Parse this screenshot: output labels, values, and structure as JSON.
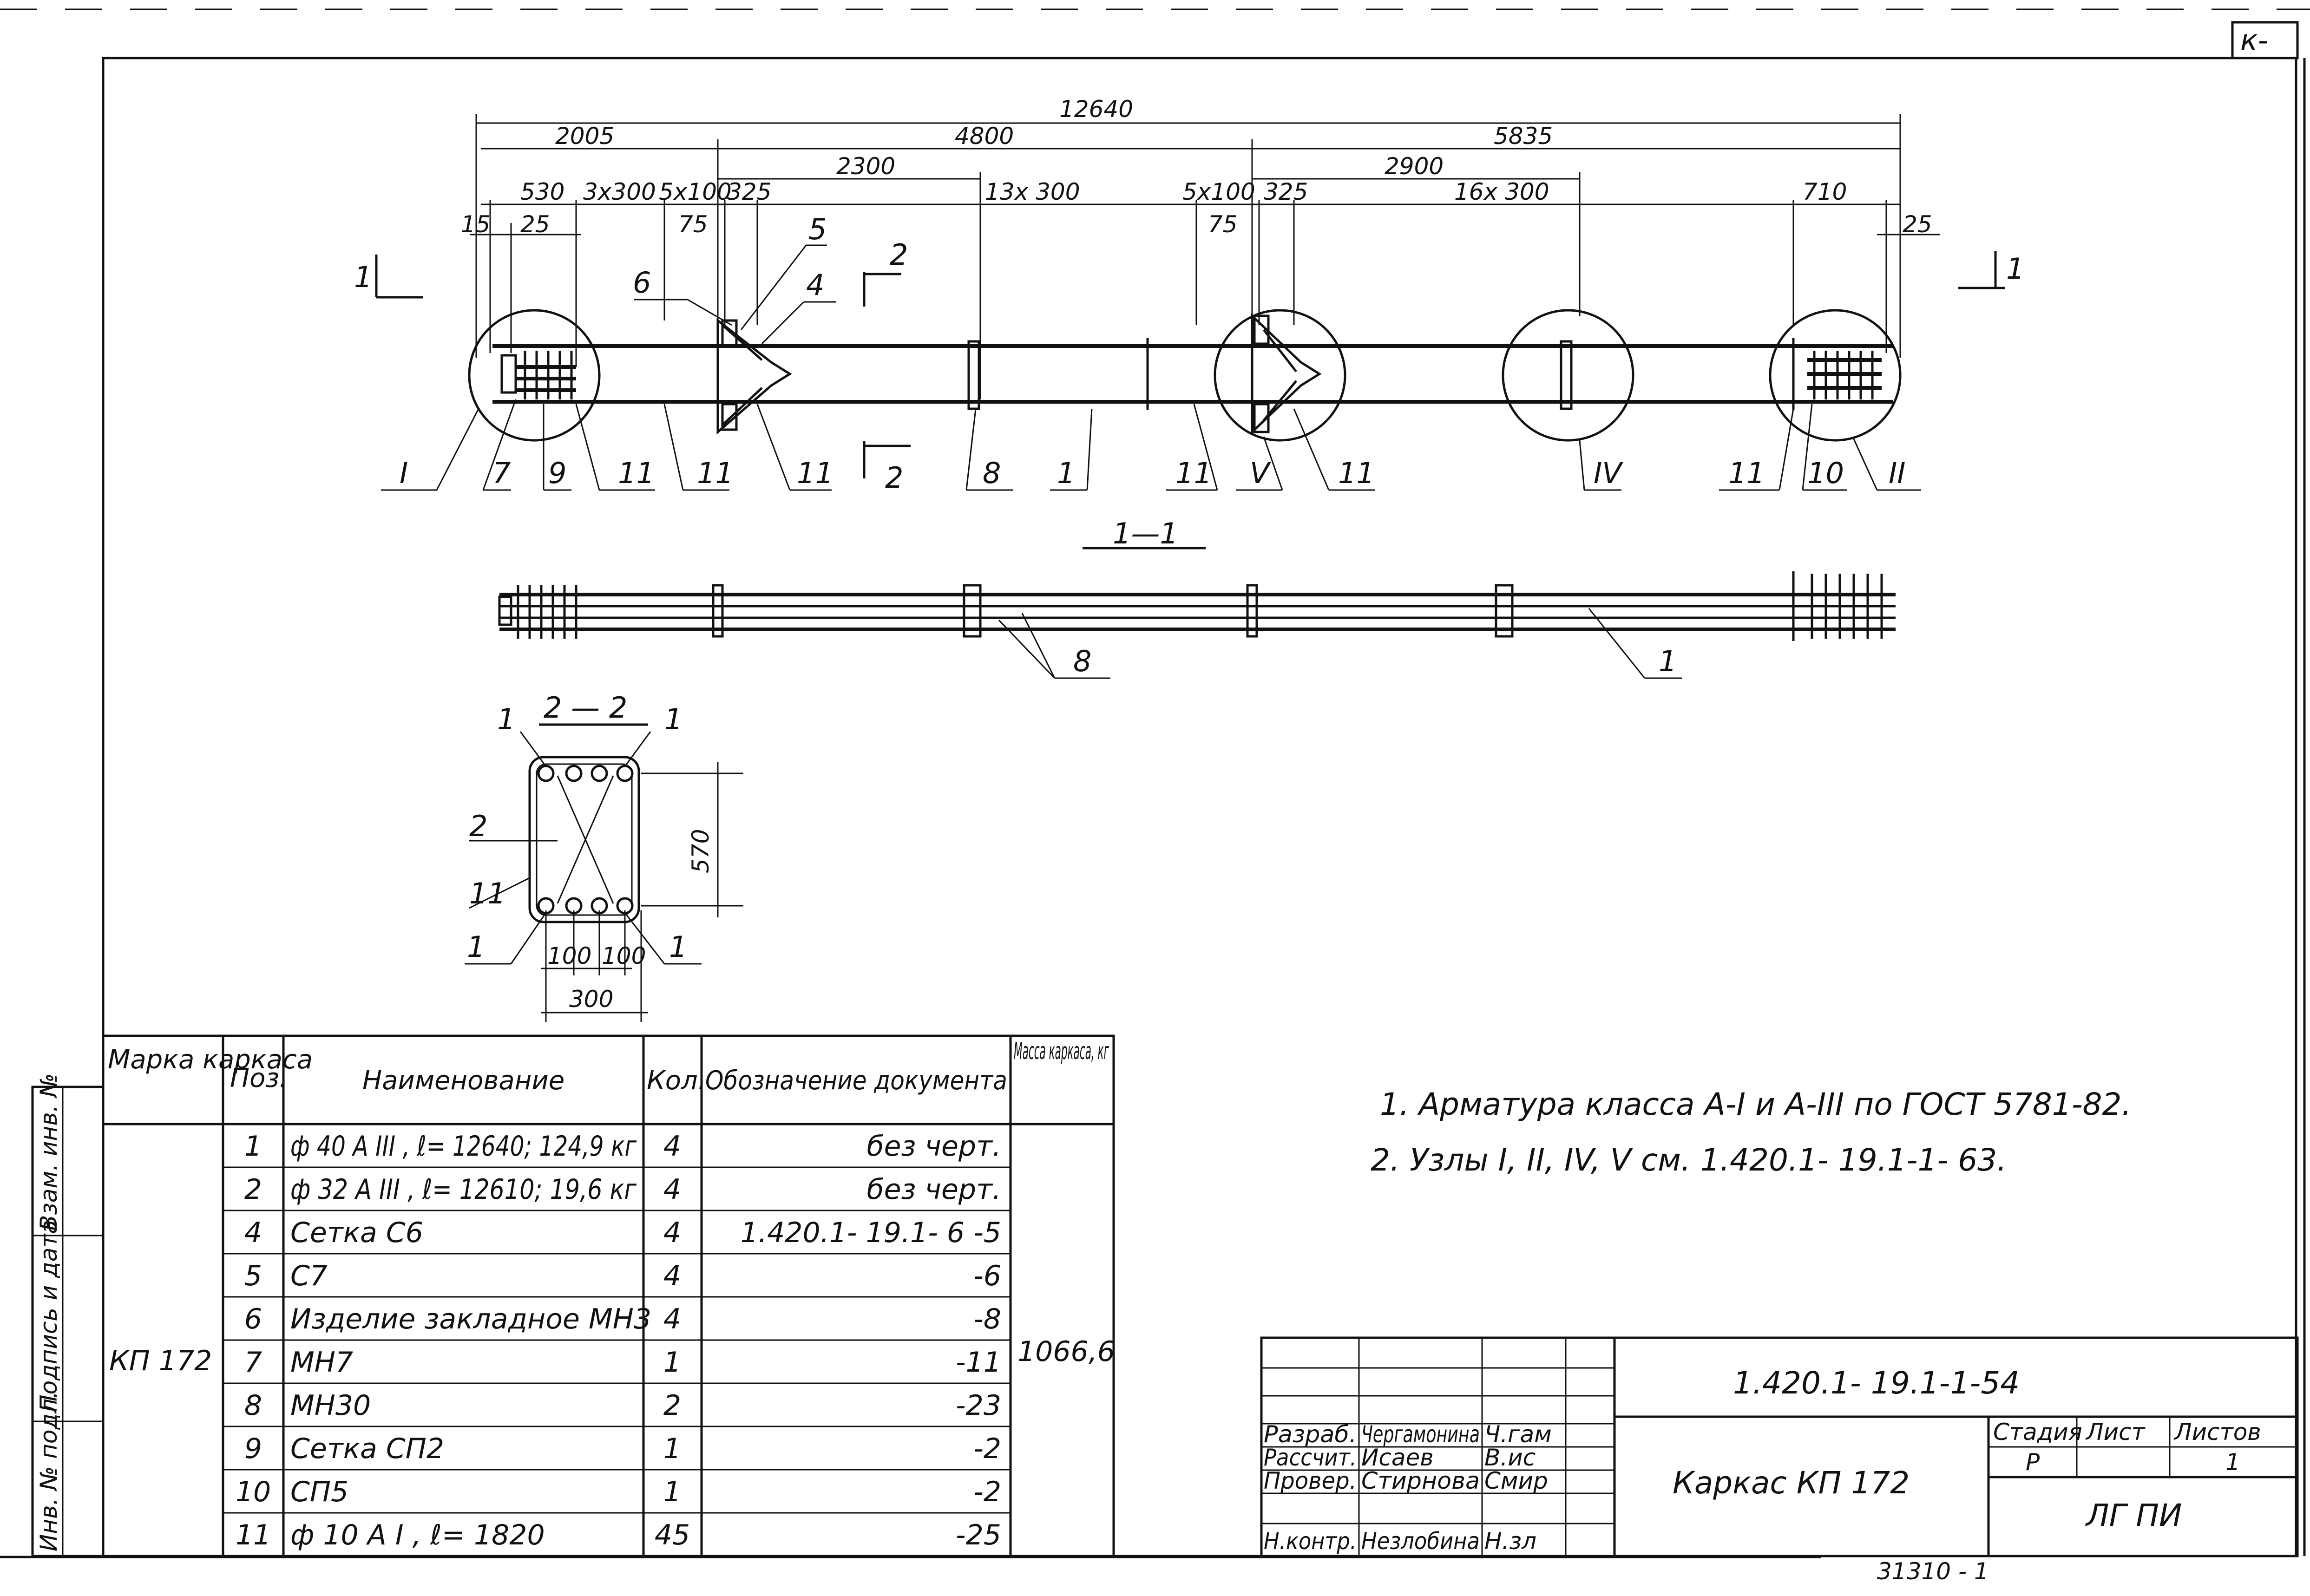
{
  "corner_mark": "к-",
  "dims": {
    "overall": "12640",
    "seg1": "2005",
    "seg2": "4800",
    "seg3": "5835",
    "d2300": "2300",
    "d2900": "2900",
    "d530": "530",
    "d3x300": "3x300",
    "d5x100a": "5x100",
    "d325a": "325",
    "d13x300": "13x 300",
    "d5x100b": "5x100",
    "d325b": "325",
    "d16x300": "16x 300",
    "d710": "710",
    "d15": "15",
    "d25a": "25",
    "d75a": "75",
    "d75b": "75",
    "d25b": "25"
  },
  "callouts": {
    "c6": "6",
    "c5": "5",
    "c4": "4",
    "s2a": "2",
    "s2b": "2",
    "s1a": "1",
    "s1b": "1",
    "nodeI": "I",
    "p7": "7",
    "p9": "9",
    "p11a": "11",
    "p11b": "11",
    "p11c": "11",
    "p8": "8",
    "p1": "1",
    "p11d": "11",
    "nodeV": "V",
    "p11e": "11",
    "nodeIV": "IV",
    "p11f": "11",
    "p10": "10",
    "nodeII": "II"
  },
  "section11": {
    "title": "1—1",
    "c8": "8",
    "c1": "1"
  },
  "section22": {
    "title": "2 — 2",
    "tl": "1",
    "tr": "1",
    "l2": "2",
    "l11": "11",
    "bl": "1",
    "br": "1",
    "h": "570",
    "d100a": "100",
    "d100b": "100",
    "w": "300"
  },
  "spec_table": {
    "headers": {
      "marka": "Марка каркаса",
      "poz": "Поз.",
      "name": "Наименование",
      "kol": "Кол.",
      "doc": "Обозначение документа",
      "mass": "Масса каркаса, кг"
    },
    "marka": "КП 172",
    "mass": "1066,6",
    "rows": [
      {
        "poz": "1",
        "name": "ф 40 А III ,  ℓ= 12640; 124,9 кг",
        "kol": "4",
        "doc": "без   черт."
      },
      {
        "poz": "2",
        "name": "ф 32 А III ,  ℓ= 12610; 19,6 кг",
        "kol": "4",
        "doc": "без   черт."
      },
      {
        "poz": "4",
        "name": "Сетка     С6",
        "kol": "4",
        "doc": "1.420.1- 19.1- 6  -5"
      },
      {
        "poz": "5",
        "name": "С7",
        "kol": "4",
        "doc": "-6"
      },
      {
        "poz": "6",
        "name": "Изделие закладное МН3",
        "kol": "4",
        "doc": "-8"
      },
      {
        "poz": "7",
        "name": "МН7",
        "kol": "1",
        "doc": "-11"
      },
      {
        "poz": "8",
        "name": "МН30",
        "kol": "2",
        "doc": "-23"
      },
      {
        "poz": "9",
        "name": "Сетка      СП2",
        "kol": "1",
        "doc": "-2"
      },
      {
        "poz": "10",
        "name": "СП5",
        "kol": "1",
        "doc": "-2"
      },
      {
        "poz": "11",
        "name": "ф 10 А I ,    ℓ= 1820",
        "kol": "45",
        "doc": "-25"
      }
    ]
  },
  "notes": [
    "1. Арматура   класса    А-I и А-III по ГОСТ 5781-82.",
    "2. Узлы  I, II, IV, V  см.  1.420.1- 19.1-1- 63."
  ],
  "side_stamp": [
    "Инв. № подл.",
    "Подпись и дата",
    "Взам. инв. №"
  ],
  "title_block": {
    "code": "1.420.1- 19.1-1-54",
    "name": "Каркас КП 172",
    "stage_h": "Стадия",
    "sheet_h": "Лист",
    "sheets_h": "Листов",
    "stage": "Р",
    "sheets": "1",
    "org": "ЛГ ПИ",
    "roles": [
      {
        "role": "Разраб.",
        "person": "Чергамонина",
        "sign": "Ч.гам"
      },
      {
        "role": "Рассчит.",
        "person": "Исаев",
        "sign": "В.ис"
      },
      {
        "role": "Провер.",
        "person": "Стирнова",
        "sign": "Смир"
      },
      {
        "role": "Н.контр.",
        "person": "Незлобина",
        "sign": "Н.зл"
      }
    ]
  },
  "footer_mark": "31310 - 1"
}
